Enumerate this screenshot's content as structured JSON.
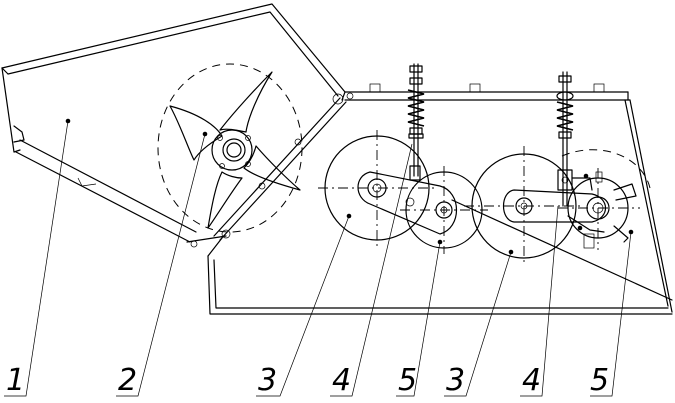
{
  "diagram": {
    "callouts": [
      {
        "id": "c1",
        "label": "1"
      },
      {
        "id": "c2",
        "label": "2"
      },
      {
        "id": "c3a",
        "label": "3"
      },
      {
        "id": "c4a",
        "label": "4"
      },
      {
        "id": "c5a",
        "label": "5"
      },
      {
        "id": "c3b",
        "label": "3"
      },
      {
        "id": "c4b",
        "label": "4"
      },
      {
        "id": "c5b",
        "label": "5"
      }
    ]
  }
}
